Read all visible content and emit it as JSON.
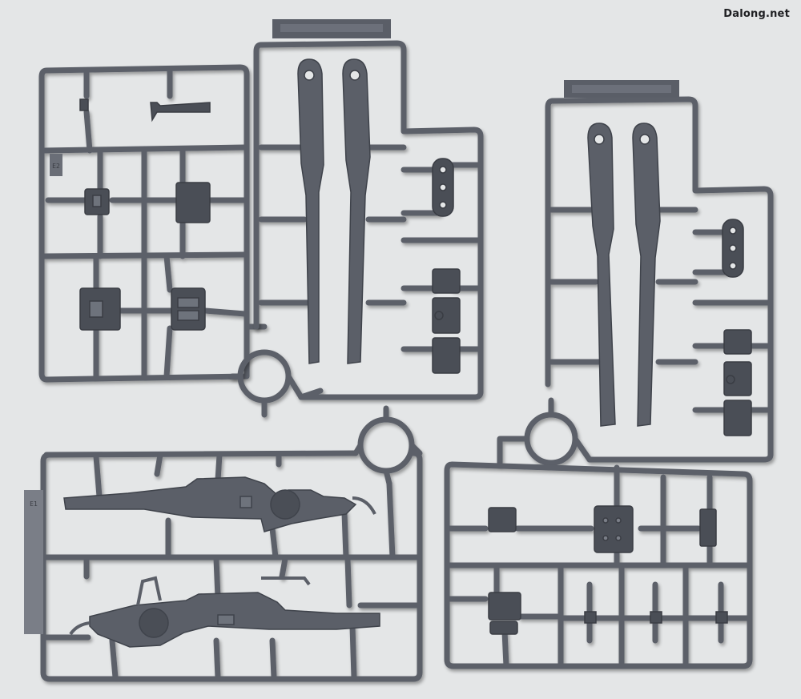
{
  "watermark": "Dalong.net",
  "colors": {
    "background": "#e4e6e7",
    "plastic": "#5c6069",
    "plastic_dark": "#3f434b",
    "plastic_light": "#767b84"
  },
  "sprues": {
    "top_left": {
      "tag": "E2"
    },
    "top_center": {
      "tag": ""
    },
    "top_right": {
      "tag": ""
    },
    "bottom_left": {
      "tag": "E1"
    },
    "bottom_right": {
      "tag": ""
    }
  }
}
